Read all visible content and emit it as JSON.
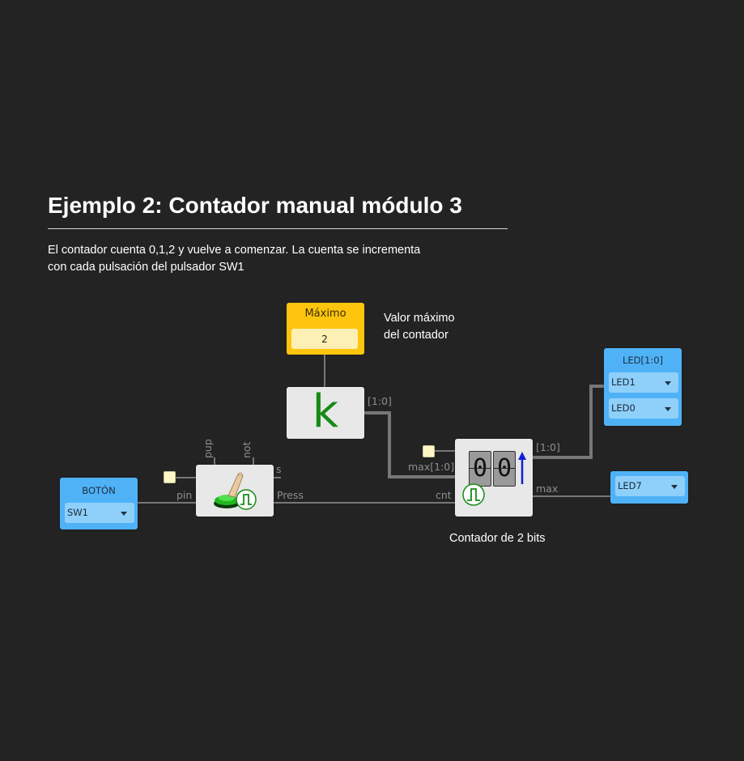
{
  "title": "Ejemplo 2: Contador manual módulo 3",
  "description": "El contador cuenta 0,1,2 y vuelve a comenzar. La cuenta se incrementa con cada pulsación del pulsador SW1",
  "constant": {
    "label": "Máximo",
    "value": "2",
    "note_line1": "Valor máximo",
    "note_line2": "del contador"
  },
  "const_block": {
    "glyph": "k",
    "out_port": "[1:0]"
  },
  "input_button": {
    "label": "BOTÓN",
    "pin": "SW1"
  },
  "button_block": {
    "ports": {
      "pup": "pup",
      "not": "not",
      "s": "s",
      "pin": "pin",
      "press": "Press"
    }
  },
  "counter": {
    "ports": {
      "max_in": "max[1:0]",
      "cnt": "cnt",
      "out_bus": "[1:0]",
      "max_out": "max"
    },
    "digits": [
      "0",
      "0"
    ],
    "caption": "Contador de 2 bits"
  },
  "led_bus": {
    "label": "LED[1:0]",
    "pins": [
      "LED1",
      "LED0"
    ]
  },
  "led_single": {
    "pin": "LED7"
  },
  "colors": {
    "background": "#232323",
    "blue_block": "#4fb2f7",
    "yellow_block": "#fec50f",
    "wire": "#777777",
    "k_green": "#178a17"
  }
}
